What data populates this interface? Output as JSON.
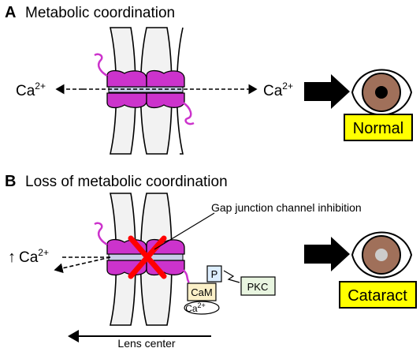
{
  "panel_a": {
    "letter": "A",
    "title": "Metabolic coordination",
    "ion_left": "Ca",
    "ion_left_sup": "2+",
    "ion_right": "Ca",
    "ion_right_sup": "2+",
    "outcome_label": "Normal"
  },
  "panel_b": {
    "letter": "B",
    "title": "Loss of metabolic coordination",
    "annotation": "Gap junction channel inhibition",
    "ion_left": "Ca",
    "ion_left_sup": "2+",
    "up_arrow_symbol": "↑",
    "phospho_label": "P",
    "pkc_label": "PKC",
    "cam_label": "CaM",
    "cam_ion": "Ca",
    "cam_ion_sup": "2+",
    "axis_label": "Lens center",
    "outcome_label": "Cataract"
  },
  "colors": {
    "connexin": "#cc33cc",
    "connexin_tail": "#cc33cc",
    "membrane": "#f2f2f2",
    "channel_core": "#c8cde8",
    "label_box": "#ffff00",
    "iris": "#a0705a",
    "pupil_normal": "#000000",
    "pupil_cataract": "#cccccc",
    "block_cross": "#ff0000",
    "p_box": "#ddeeff",
    "pkc_box": "#e8f5e0",
    "cam_box": "#fbf0c8"
  }
}
